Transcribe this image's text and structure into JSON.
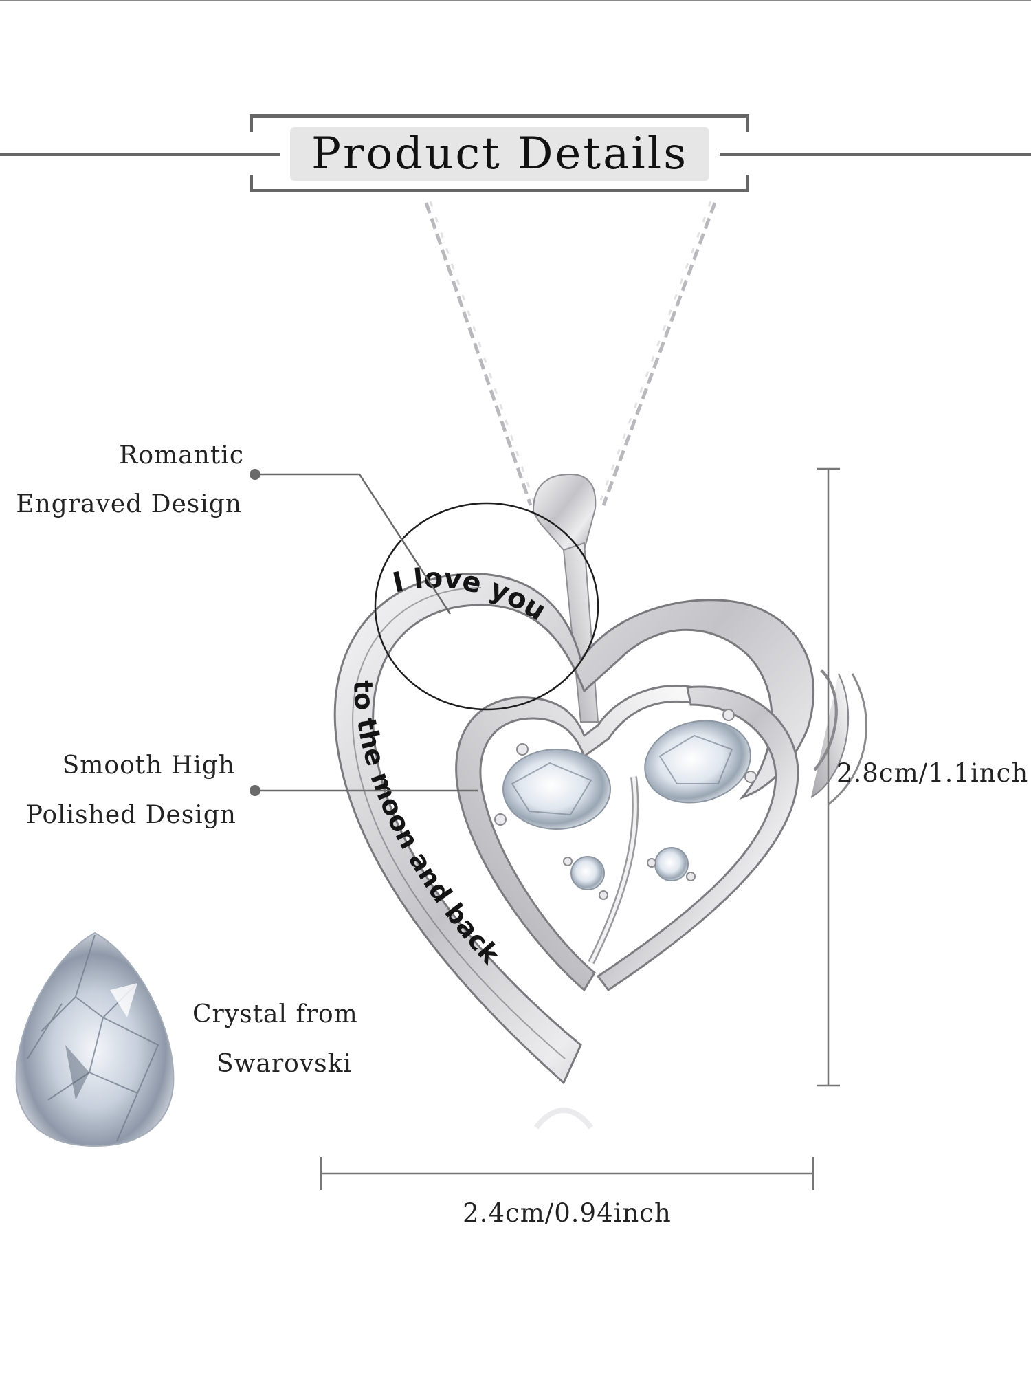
{
  "header": {
    "title": "Product Details"
  },
  "callouts": [
    {
      "line1": "Romantic",
      "line2": "Engraved Design"
    },
    {
      "line1": "Smooth High",
      "line2": "Polished Design"
    },
    {
      "line1": "Crystal from",
      "line2": "Swarovski"
    }
  ],
  "pendant": {
    "engraving_top": "I love you",
    "engraving_side": "to the moon and back"
  },
  "dimensions": {
    "height": "2.8cm/1.1inch",
    "width": "2.4cm/0.94inch"
  },
  "colors": {
    "rule": "#666666",
    "title_bg": "#e6e6e6",
    "text": "#1e1e1e",
    "metal": "#c9c9cc"
  },
  "icons": {
    "crystal": "pear-crystal-icon",
    "magnifier": "magnifier-circle-icon"
  }
}
